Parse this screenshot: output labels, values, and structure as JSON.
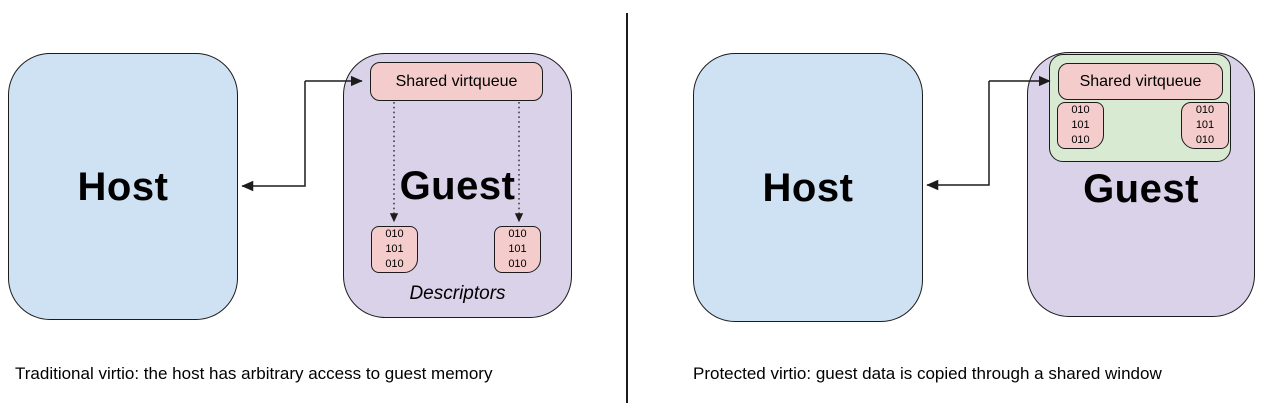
{
  "colors": {
    "host_fill": "#cfe2f3",
    "guest_fill": "#d9d2e9",
    "virtqueue_fill": "#f4cccc",
    "window_fill": "#d9ead3",
    "border": "#1c1c1c",
    "arrow": "#1c1c1c",
    "background": "#ffffff"
  },
  "left_panel": {
    "host_label": "Host",
    "guest_label": "Guest",
    "virtqueue_label": "Shared virtqueue",
    "descriptors_label": "Descriptors",
    "descriptor_boxes": [
      {
        "lines": [
          "010",
          "101",
          "010"
        ]
      },
      {
        "lines": [
          "010",
          "101",
          "010"
        ]
      }
    ],
    "caption": "Traditional virtio: the host has arbitrary access to guest memory"
  },
  "right_panel": {
    "host_label": "Host",
    "guest_label": "Guest",
    "virtqueue_label": "Shared virtqueue",
    "window_boxes": [
      {
        "lines": [
          "010",
          "101",
          "010"
        ]
      },
      {
        "lines": [
          "010",
          "101",
          "010"
        ]
      }
    ],
    "caption": "Protected virtio: guest data is copied through a shared window"
  }
}
